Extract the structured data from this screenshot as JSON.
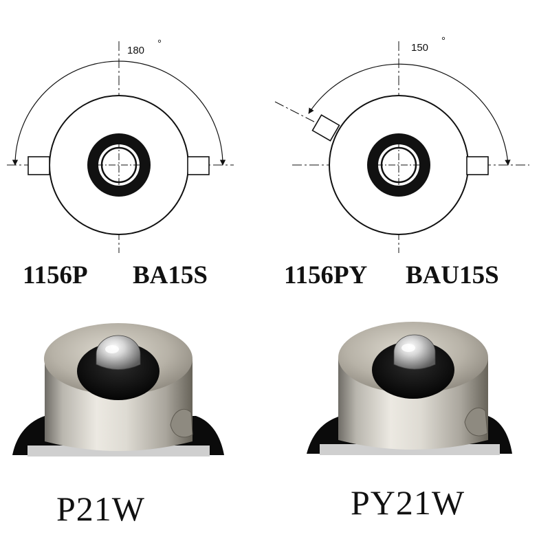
{
  "left": {
    "angle_value": "180",
    "degree_mark": "°",
    "code_primary": "1156P",
    "code_secondary": "BA15S",
    "bulb_type": "P21W"
  },
  "right": {
    "angle_value": "150",
    "degree_mark": "°",
    "code_primary": "1156PY",
    "code_secondary": "BAU15S",
    "bulb_type": "PY21W"
  }
}
